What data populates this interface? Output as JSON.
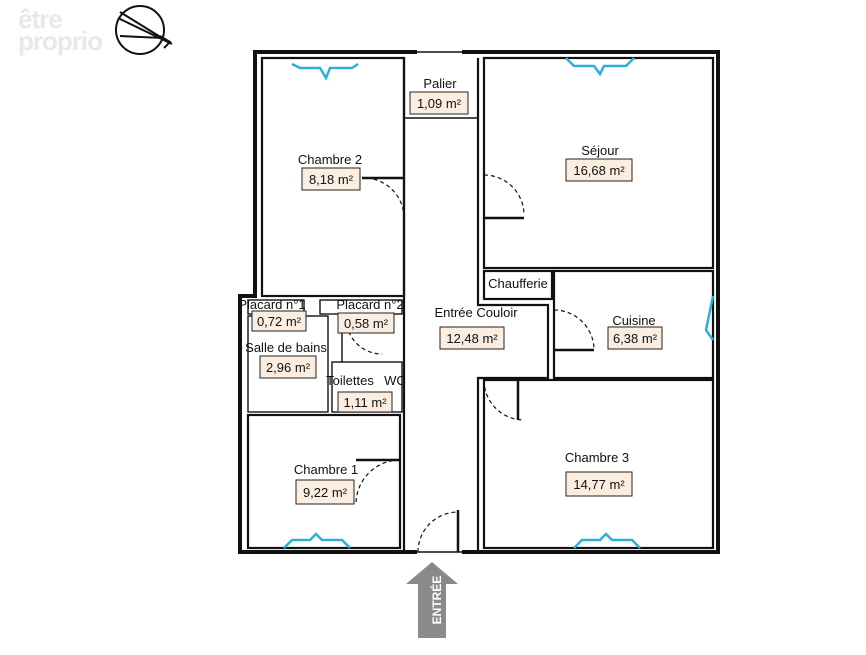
{
  "watermark": {
    "line1": "être",
    "line2": "proprio"
  },
  "compass_icon": "compass-north-icon",
  "entrance_label": "ENTRÉE",
  "rooms": [
    {
      "id": "palier",
      "name": "Palier",
      "area": "1,09 m²"
    },
    {
      "id": "chambre2",
      "name": "Chambre 2",
      "area": "8,18 m²"
    },
    {
      "id": "sejour",
      "name": "Séjour",
      "area": "16,68 m²"
    },
    {
      "id": "chaufferie",
      "name": "Chaufferie",
      "area": ""
    },
    {
      "id": "placard1",
      "name": "Placard n°1",
      "area": "0,72 m²"
    },
    {
      "id": "placard2",
      "name": "Placard n°2",
      "area": "0,58 m²"
    },
    {
      "id": "entree",
      "name": "Entrée Couloir",
      "area": "12,48 m²"
    },
    {
      "id": "cuisine",
      "name": "Cuisine",
      "area": "6,38 m²"
    },
    {
      "id": "sdb",
      "name": "Salle de bains",
      "area": "2,96 m²"
    },
    {
      "id": "toilettes",
      "name": "Toilettes",
      "area": ""
    },
    {
      "id": "wc",
      "name": "WC",
      "area": "1,11 m²"
    },
    {
      "id": "chambre1",
      "name": "Chambre 1",
      "area": "9,22 m²"
    },
    {
      "id": "chambre3",
      "name": "Chambre 3",
      "area": "14,77 m²"
    }
  ],
  "colors": {
    "wall": "#111111",
    "window": "#2bb0d8",
    "area_box": "#fbeee0",
    "arrow": "#8a8a8a"
  }
}
